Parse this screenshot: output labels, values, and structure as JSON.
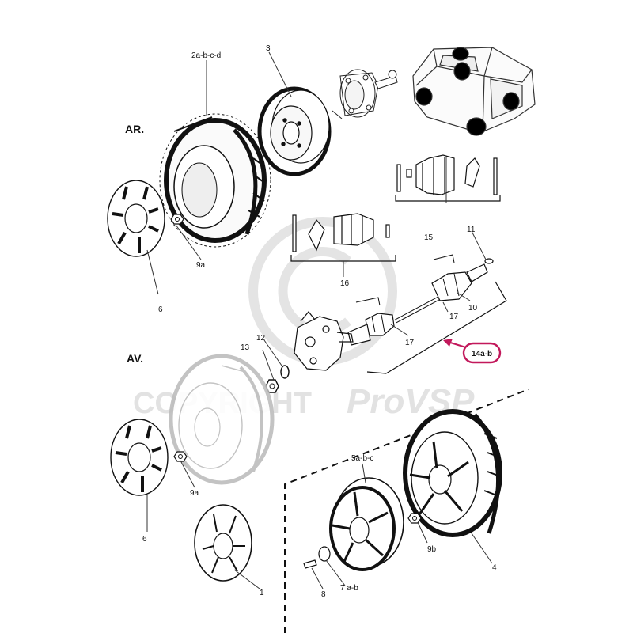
{
  "diagram": {
    "section_rear": "AR.",
    "section_front": "AV.",
    "watermark_text": "COPYRIGHT",
    "watermark_brand": "ProVSP",
    "highlight_color": "#c2185b",
    "labels": {
      "rear_tyre": "2a-b-c-d",
      "rear_rim": "3",
      "rear_nut": "9a",
      "rear_cover": "6",
      "boot_kit_outer": "15",
      "boot_kit_inner": "16",
      "circlip": "11",
      "joint_outer": "10",
      "boot_outer": "17",
      "boot_inner": "17",
      "driveshaft_assy": "14a-b",
      "washer": "12",
      "hub_nut": "13",
      "front_nut": "9a",
      "front_cover": "6",
      "alloy_wheel": "5a-b-c",
      "alloy_nut": "9b",
      "alloy_tyre": "4",
      "hub_cap_trim": "1",
      "valve": "8",
      "centre_cap": "7 a-b"
    }
  }
}
